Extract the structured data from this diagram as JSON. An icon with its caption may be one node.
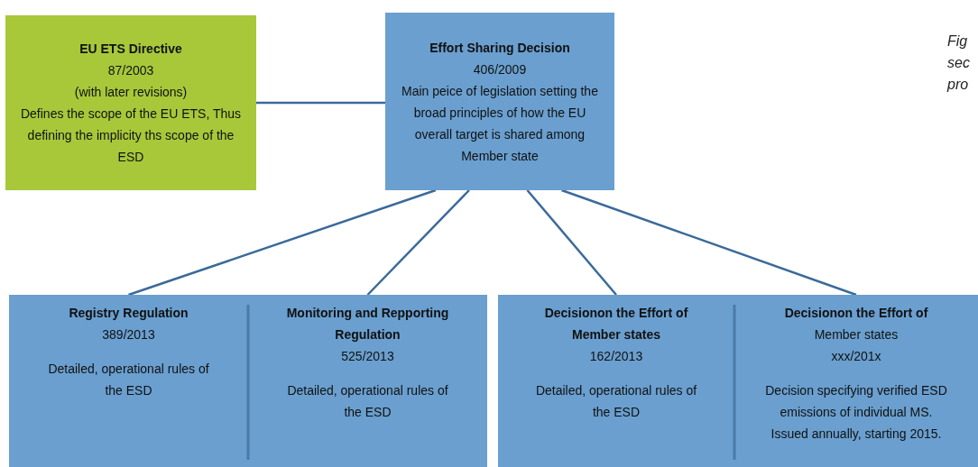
{
  "diagram": {
    "nodes": [
      {
        "text": [
          "EU ETS Directive",
          "87/2003",
          "(with later revisions)",
          "Defines the scope of the EU ETS, Thus defining the implicity ths scope of the ESD"
        ]
      },
      {
        "text": [
          "Effort Sharing Decision",
          "406/2009",
          "Main peice of legislation setting the broad principles of how the EU overall target is shared among Member state"
        ]
      },
      {
        "text": [],
        "shape": "box"
      },
      {
        "text": [
          "Registry Regulation",
          "389/2013",
          "Detailed, operational rules of the ESD"
        ],
        "in": 2
      },
      {
        "text": [
          "Monitoring and Repporting Regulation",
          "525/2013",
          "Detailed, operational rules of the ESD"
        ],
        "in": 2
      },
      {
        "text": [],
        "shape": "box"
      },
      {
        "text": [
          "Decisionon the Effort of Member states",
          "162/2013",
          "Detailed, operational rules of the ESD"
        ],
        "in": 5
      },
      {
        "text": [
          "Decisionon the Effort of",
          "Member states",
          "xxx/201x",
          "Decision specifying verified ESD emissions of individual MS. Issued annually, starting 2015."
        ],
        "in": 5
      }
    ],
    "edges": [
      {
        "from": 0,
        "to": 1,
        "arrow": "none"
      },
      {
        "from": 1,
        "to": 3,
        "arrow": "none"
      },
      {
        "from": 1,
        "to": 4,
        "arrow": "none"
      },
      {
        "from": 1,
        "to": 6,
        "arrow": "none"
      },
      {
        "from": 1,
        "to": 7,
        "arrow": "none"
      }
    ],
    "labels": [
      "Fig sec pro"
    ]
  }
}
